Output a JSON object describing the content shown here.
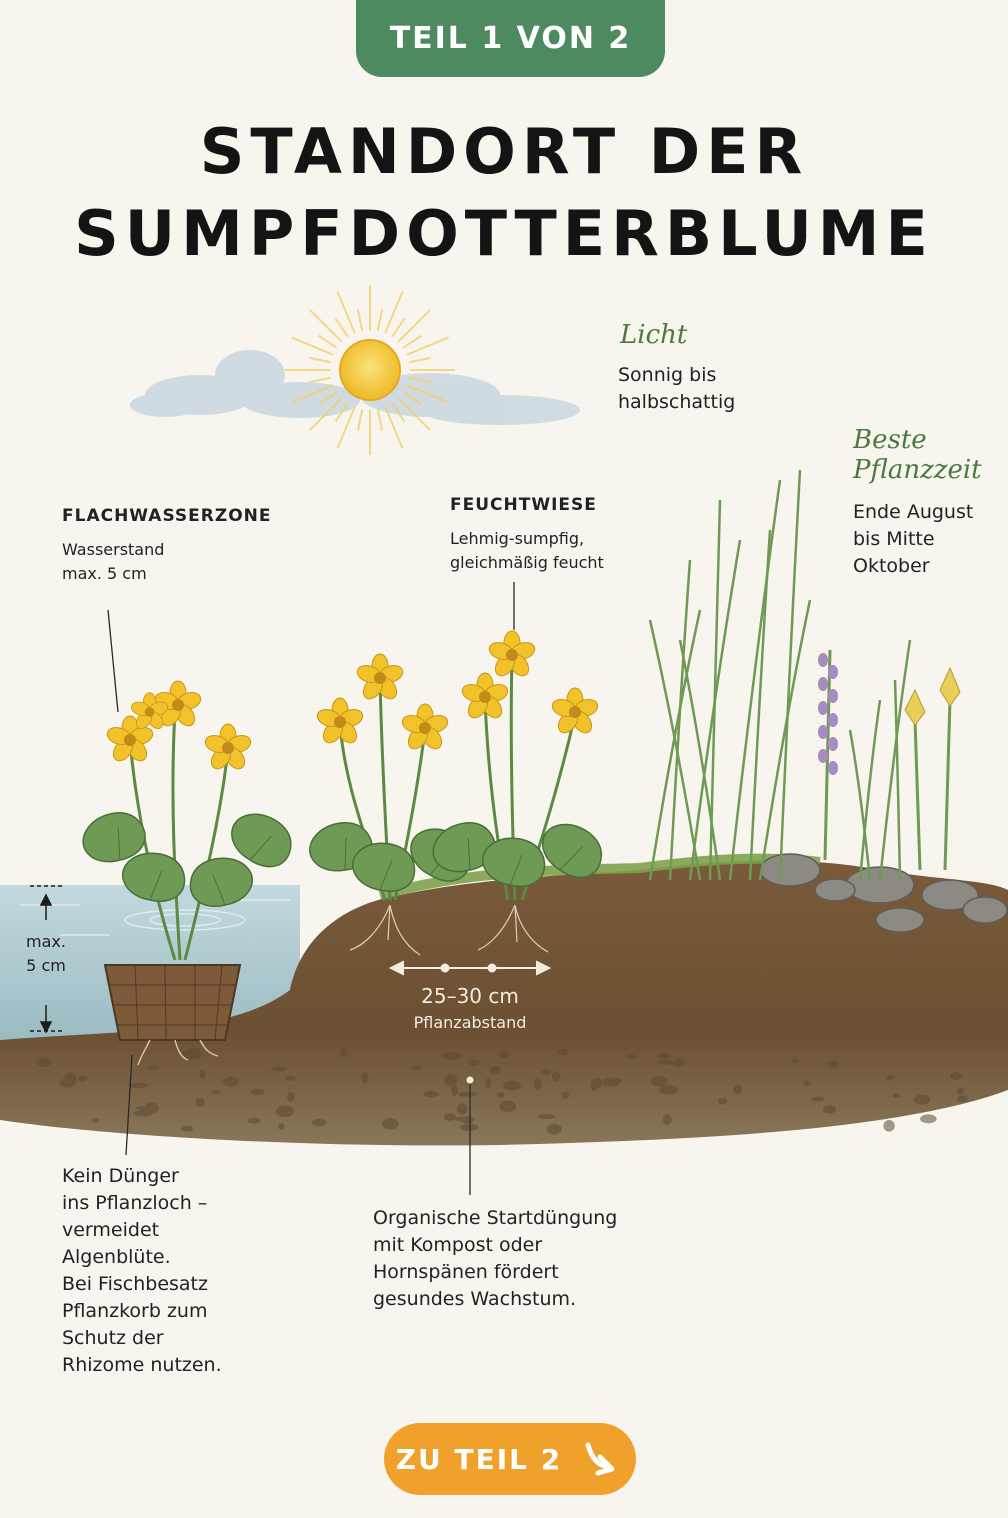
{
  "badge": "TEIL 1 VON 2",
  "title_line1": "STANDORT DER",
  "title_line2": "SUMPFDOTTERBLUME",
  "light": {
    "heading": "Licht",
    "text_line1": "Sonnig bis",
    "text_line2": "halbschattig"
  },
  "planting_time": {
    "heading_line1": "Beste",
    "heading_line2": "Pflanzzeit",
    "text_line1": "Ende August",
    "text_line2": "bis Mitte",
    "text_line3": "Oktober"
  },
  "shallow_zone": {
    "heading": "FLACHWASSERZONE",
    "text_line1": "Wasserstand",
    "text_line2": "max. 5 cm"
  },
  "wet_meadow": {
    "heading": "FEUCHTWIESE",
    "text_line1": "Lehmig-sumpfig,",
    "text_line2": "gleichmäßig feucht"
  },
  "depth_marker": {
    "line1": "max.",
    "line2": "5 cm"
  },
  "spacing": {
    "value": "25–30 cm",
    "label": "Pflanzabstand"
  },
  "fertilizer_note": {
    "lines": [
      "Kein Dünger",
      "ins Pflanzloch –",
      "vermeidet",
      "Algenblüte.",
      "Bei Fischbesatz",
      "Pflanzkorb zum",
      "Schutz der",
      "Rhizome nutzen."
    ]
  },
  "compost_note": {
    "lines": [
      "Organische Startdüngung",
      "mit Kompost oder",
      "Hornspänen fördert",
      "gesundes Wachstum."
    ]
  },
  "next_button": "ZU TEIL 2",
  "colors": {
    "badge_green": "#4d8a60",
    "button_orange": "#efa12b",
    "script_green": "#4a7a3e",
    "flower_yellow": "#f2c22a"
  }
}
